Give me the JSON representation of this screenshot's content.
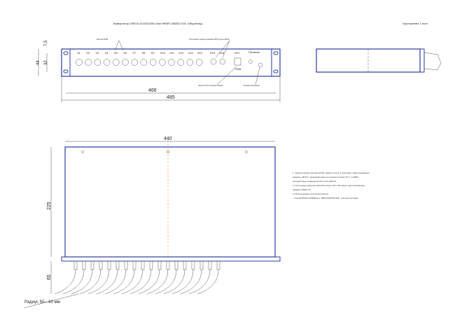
{
  "title": "Коммутатор ОКЕ16-10/100/1000-2ми ЯФМП.468352.018. Общий вид",
  "sheet": "Приложение 1  лист",
  "front_view": {
    "callout_rj45": "Розетки RJ45",
    "callout_optical": "Оптические розетки разъема SFP (порты 15/16)",
    "callout_power": "Розетка XP1 источника питания",
    "callout_ground": "Клемма заземления",
    "ports": [
      "X1",
      "X2",
      "X3",
      "X4",
      "X5",
      "X6",
      "X7",
      "X8",
      "X9",
      "X10",
      "X11",
      "X12",
      "X13",
      "X14"
    ],
    "optical_ports": [
      "X15",
      "X16"
    ],
    "power_connector": "XP1",
    "power_label": "Питание",
    "voltage": "~220В",
    "dim_7_5": "7,5",
    "dim_32": "32",
    "dim_44": "44",
    "dim_466": "466",
    "dim_485": "485"
  },
  "top_view": {
    "dim_440": "440",
    "dim_225": "225",
    "dim_65": "65",
    "radius": "Радиус 50—60 мм"
  },
  "notes": [
    "1. Электрические разъемы  RJ45, кабель (порты 1-14) имеют гарантированные",
    "   размеры 18*9х7, промаркированы  источники питания XP 1 (~220В),",
    "   который имеет  размерный 10х7 типа SPM-S.",
    "2. Оптические разъемы  (Telco15) (порты 15 и 16) имеют гарантированные",
    "   размеры 8х9х0,75.",
    "3. Используемые оптические кабели :",
    "   - типа DOP6/SC4,5/SMlean-L ЯФМП.685752.008 , или аналогичный."
  ]
}
